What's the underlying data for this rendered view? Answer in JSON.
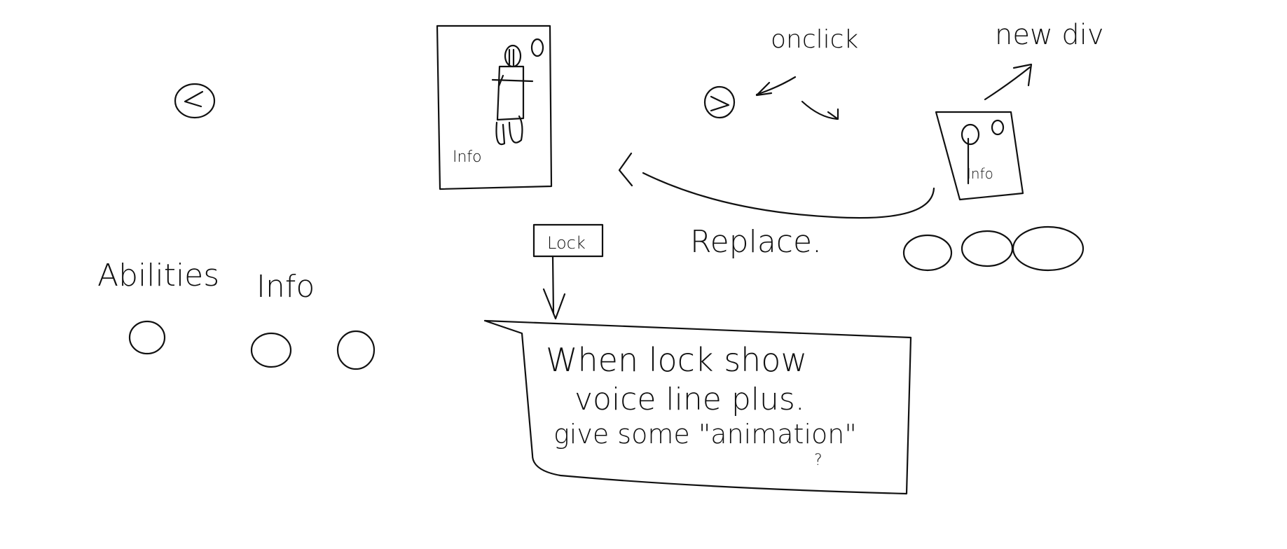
{
  "sketch": {
    "ink_color": "#111111",
    "background": "#ffffff",
    "labels": {
      "onclick": "onclick",
      "new_div": "new div",
      "replace": "Replace.",
      "lock_button": "Lock",
      "abilities": "Abilities",
      "info_heading": "Info",
      "info_small_card": "Info",
      "info_small_card2": "Info",
      "lock_note_line1": "When lock show",
      "lock_note_line2": "voice line plus.",
      "lock_note_line3": "give some \"animation\"",
      "lock_note_question": "?"
    }
  }
}
